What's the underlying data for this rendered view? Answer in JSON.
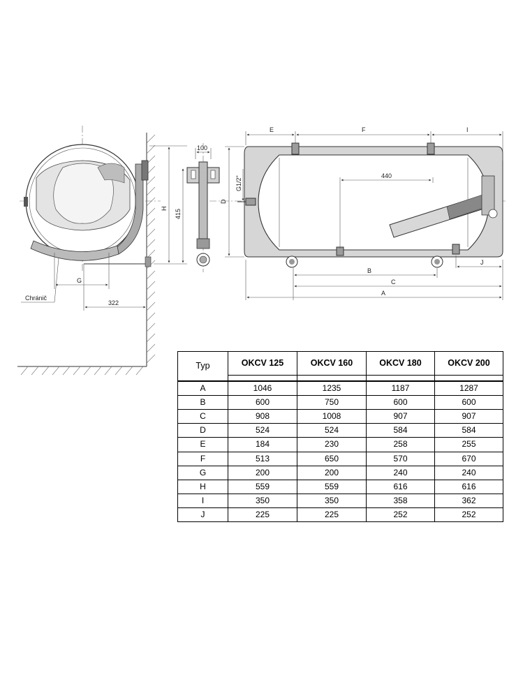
{
  "drawing": {
    "labels": {
      "dim_e": "E",
      "dim_f": "F",
      "dim_i": "I",
      "dim_100": "100",
      "dim_440": "440",
      "dim_g12": "G1/2\"",
      "dim_d": "D",
      "dim_h": "H",
      "dim_415": "415",
      "dim_b": "B",
      "dim_c": "C",
      "dim_a": "A",
      "dim_j": "J",
      "dim_g": "G",
      "chranic": "Chránič",
      "dim_322": "322"
    }
  },
  "table": {
    "header_typ": "Typ",
    "columns": [
      "OKCV 125",
      "OKCV 160",
      "OKCV 180",
      "OKCV 200"
    ],
    "rows": [
      {
        "label": "A",
        "values": [
          "1046",
          "1235",
          "1187",
          "1287"
        ]
      },
      {
        "label": "B",
        "values": [
          "600",
          "750",
          "600",
          "600"
        ]
      },
      {
        "label": "C",
        "values": [
          "908",
          "1008",
          "907",
          "907"
        ]
      },
      {
        "label": "D",
        "values": [
          "524",
          "524",
          "584",
          "584"
        ]
      },
      {
        "label": "E",
        "values": [
          "184",
          "230",
          "258",
          "255"
        ]
      },
      {
        "label": "F",
        "values": [
          "513",
          "650",
          "570",
          "670"
        ]
      },
      {
        "label": "G",
        "values": [
          "200",
          "200",
          "240",
          "240"
        ]
      },
      {
        "label": "H",
        "values": [
          "559",
          "559",
          "616",
          "616"
        ]
      },
      {
        "label": "I",
        "values": [
          "350",
          "350",
          "358",
          "362"
        ]
      },
      {
        "label": "J",
        "values": [
          "225",
          "225",
          "252",
          "252"
        ]
      }
    ]
  }
}
